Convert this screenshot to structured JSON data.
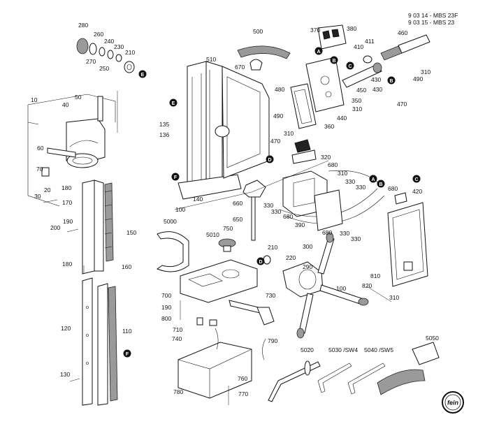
{
  "header": {
    "line1": "9 03 14 - MBS 23F",
    "line2": "9 03 15 - MBS 23"
  },
  "logo": {
    "text": "fein"
  },
  "markers": [
    "A",
    "B",
    "C",
    "D",
    "E",
    "F"
  ],
  "labels": [
    {
      "id": "p280",
      "text": "280"
    },
    {
      "id": "p260",
      "text": "260"
    },
    {
      "id": "p240",
      "text": "240"
    },
    {
      "id": "p230",
      "text": "230"
    },
    {
      "id": "p270",
      "text": "270"
    },
    {
      "id": "p250",
      "text": "250"
    },
    {
      "id": "p210a",
      "text": "210"
    },
    {
      "id": "p500",
      "text": "500"
    },
    {
      "id": "p370",
      "text": "370"
    },
    {
      "id": "p380",
      "text": "380"
    },
    {
      "id": "p410",
      "text": "410"
    },
    {
      "id": "p411",
      "text": "411"
    },
    {
      "id": "p460",
      "text": "460"
    },
    {
      "id": "p510",
      "text": "510"
    },
    {
      "id": "p670",
      "text": "670"
    },
    {
      "id": "p450",
      "text": "450"
    },
    {
      "id": "p430a",
      "text": "430"
    },
    {
      "id": "p430b",
      "text": "430"
    },
    {
      "id": "p310a",
      "text": "310"
    },
    {
      "id": "p490a",
      "text": "490"
    },
    {
      "id": "p470a",
      "text": "470"
    },
    {
      "id": "p10",
      "text": "10"
    },
    {
      "id": "p50",
      "text": "50"
    },
    {
      "id": "p40",
      "text": "40"
    },
    {
      "id": "p480",
      "text": "480"
    },
    {
      "id": "p350",
      "text": "350"
    },
    {
      "id": "p310b",
      "text": "310"
    },
    {
      "id": "p440",
      "text": "440"
    },
    {
      "id": "p360",
      "text": "360"
    },
    {
      "id": "p490b",
      "text": "490"
    },
    {
      "id": "p310c",
      "text": "310"
    },
    {
      "id": "p470b",
      "text": "470"
    },
    {
      "id": "p135",
      "text": "135"
    },
    {
      "id": "p136",
      "text": "136"
    },
    {
      "id": "p60",
      "text": "60"
    },
    {
      "id": "p70",
      "text": "70"
    },
    {
      "id": "p320",
      "text": "320"
    },
    {
      "id": "p680a",
      "text": "680"
    },
    {
      "id": "p310d",
      "text": "310"
    },
    {
      "id": "p330a",
      "text": "330"
    },
    {
      "id": "p330b",
      "text": "330"
    },
    {
      "id": "p680b",
      "text": "680"
    },
    {
      "id": "p420",
      "text": "420"
    },
    {
      "id": "p180a",
      "text": "180"
    },
    {
      "id": "p20",
      "text": "20"
    },
    {
      "id": "p30",
      "text": "30"
    },
    {
      "id": "p170",
      "text": "170"
    },
    {
      "id": "p140",
      "text": "140"
    },
    {
      "id": "p660",
      "text": "660"
    },
    {
      "id": "p330c",
      "text": "330"
    },
    {
      "id": "p330d",
      "text": "330"
    },
    {
      "id": "p100a",
      "text": "100"
    },
    {
      "id": "p680c",
      "text": "680"
    },
    {
      "id": "p390",
      "text": "390"
    },
    {
      "id": "p330e",
      "text": "330"
    },
    {
      "id": "p330f",
      "text": "330"
    },
    {
      "id": "p5000",
      "text": "5000"
    },
    {
      "id": "p650",
      "text": "650"
    },
    {
      "id": "p190a",
      "text": "190"
    },
    {
      "id": "p200",
      "text": "200"
    },
    {
      "id": "p150",
      "text": "150"
    },
    {
      "id": "p5010",
      "text": "5010"
    },
    {
      "id": "p750",
      "text": "750"
    },
    {
      "id": "p680d",
      "text": "680"
    },
    {
      "id": "p210b",
      "text": "210"
    },
    {
      "id": "p300",
      "text": "300"
    },
    {
      "id": "p180b",
      "text": "180"
    },
    {
      "id": "p160",
      "text": "160"
    },
    {
      "id": "p220",
      "text": "220"
    },
    {
      "id": "p290",
      "text": "290"
    },
    {
      "id": "p810",
      "text": "810"
    },
    {
      "id": "p820",
      "text": "820"
    },
    {
      "id": "p100b",
      "text": "100"
    },
    {
      "id": "p700",
      "text": "700"
    },
    {
      "id": "p310e",
      "text": "310"
    },
    {
      "id": "p730",
      "text": "730"
    },
    {
      "id": "p190b",
      "text": "190"
    },
    {
      "id": "p800",
      "text": "800"
    },
    {
      "id": "p120",
      "text": "120"
    },
    {
      "id": "p110",
      "text": "110"
    },
    {
      "id": "p710",
      "text": "710"
    },
    {
      "id": "p740",
      "text": "740"
    },
    {
      "id": "p790",
      "text": "790"
    },
    {
      "id": "p5050",
      "text": "5050"
    },
    {
      "id": "p5020",
      "text": "5020"
    },
    {
      "id": "p5030",
      "text": "5030 /SW4"
    },
    {
      "id": "p5040",
      "text": "5040 /SW5"
    },
    {
      "id": "p130",
      "text": "130"
    },
    {
      "id": "p760",
      "text": "760"
    },
    {
      "id": "p780",
      "text": "780"
    },
    {
      "id": "p770",
      "text": "770"
    }
  ]
}
